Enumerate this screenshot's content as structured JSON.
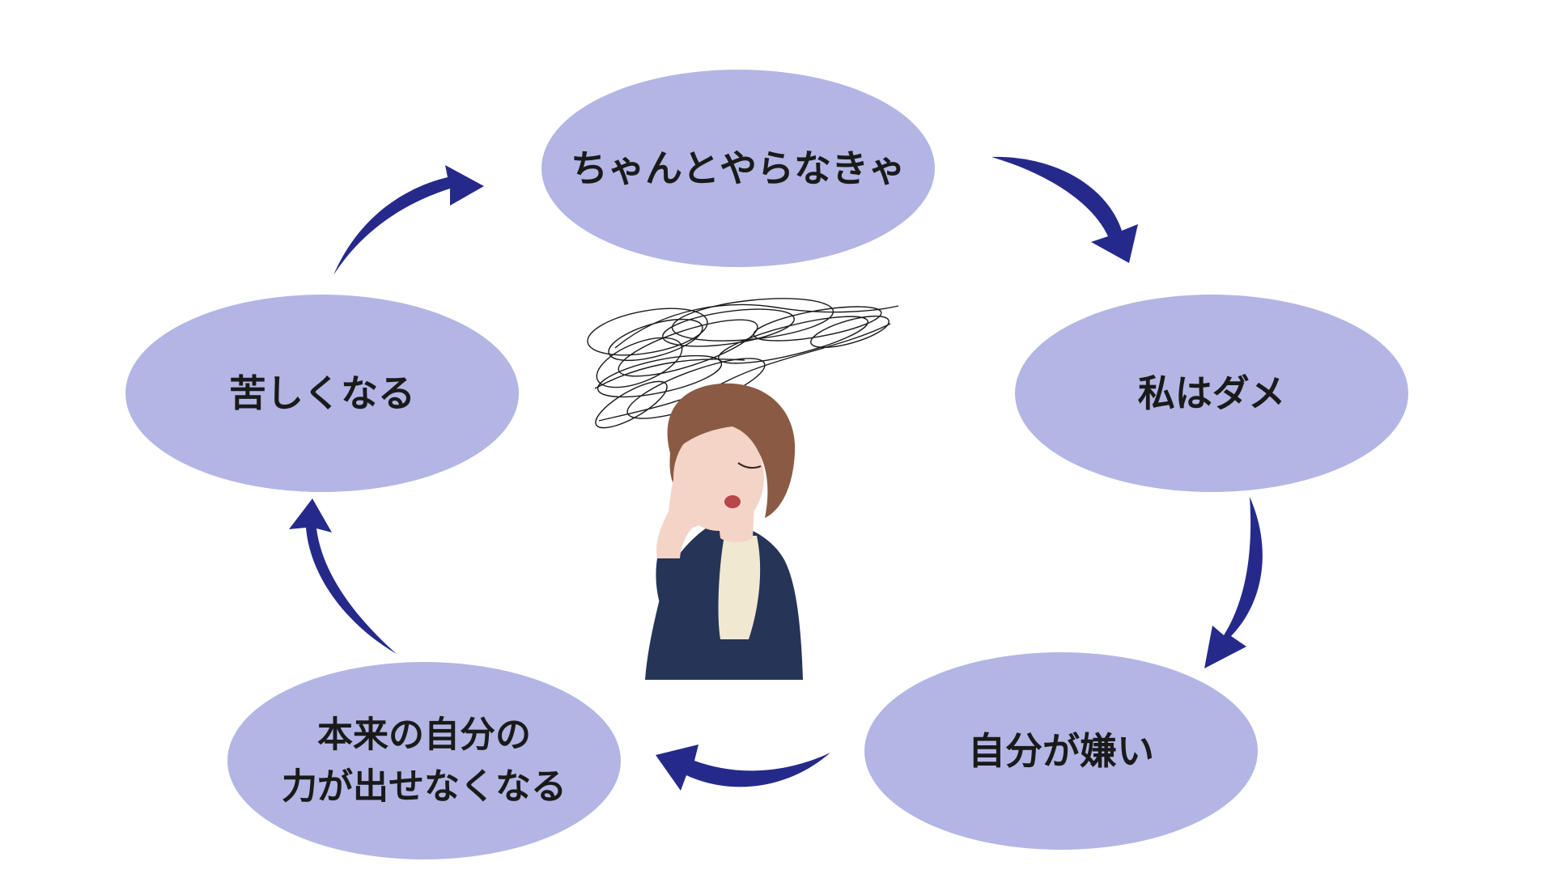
{
  "colors": {
    "node_fill": "#b3b6e4",
    "arrow": "#252a8a",
    "text": "#1a1a1a",
    "hair": "#8a5a45",
    "jacket": "#253457",
    "inner_top": "#f1e8d2",
    "skin": "#f5d4c8"
  },
  "nodes": [
    {
      "id": "node-top",
      "lines": [
        "ちゃんとやらなきゃ"
      ]
    },
    {
      "id": "node-right",
      "lines": [
        "私はダメ"
      ]
    },
    {
      "id": "node-bottom-right",
      "lines": [
        "自分が嫌い"
      ]
    },
    {
      "id": "node-bottom-left",
      "lines": [
        "本来の自分の",
        "力が出せなくなる"
      ]
    },
    {
      "id": "node-left",
      "lines": [
        "苦しくなる"
      ]
    }
  ],
  "figure": {
    "icon": "stressed-woman-illustration",
    "decoration": "scribble-icon"
  },
  "cycle_direction": "clockwise"
}
